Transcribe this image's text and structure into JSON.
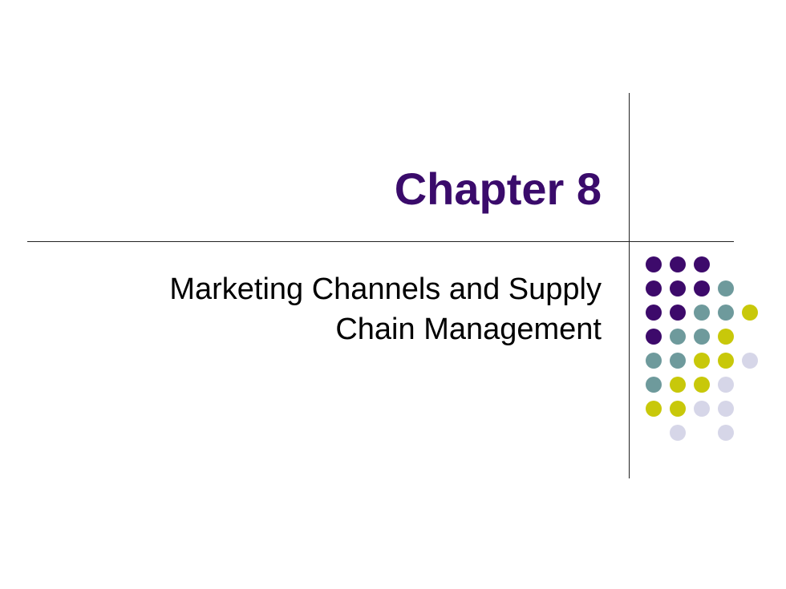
{
  "slide": {
    "title": "Chapter 8",
    "subtitle_lines": [
      "Marketing Channels and Supply",
      "Chain Management"
    ]
  },
  "colors": {
    "title": "#3a0b6b",
    "text": "#000000",
    "rules": "#222222",
    "dot_purple": "#3d0a6b",
    "dot_teal": "#6e9a9c",
    "dot_yellow": "#c8c80a",
    "dot_lavender": "#d6d6e8"
  },
  "dot_grid": [
    [
      "purple",
      "purple",
      "purple",
      null,
      null
    ],
    [
      "purple",
      "purple",
      "purple",
      "teal",
      null
    ],
    [
      "purple",
      "purple",
      "teal",
      "teal",
      "yellow"
    ],
    [
      "purple",
      "teal",
      "teal",
      "yellow",
      null
    ],
    [
      "teal",
      "teal",
      "yellow",
      "yellow",
      "lavender"
    ],
    [
      "teal",
      "yellow",
      "yellow",
      "lavender",
      null
    ],
    [
      "yellow",
      "yellow",
      "lavender",
      "lavender",
      null
    ],
    [
      null,
      "lavender",
      null,
      "lavender",
      null
    ]
  ]
}
